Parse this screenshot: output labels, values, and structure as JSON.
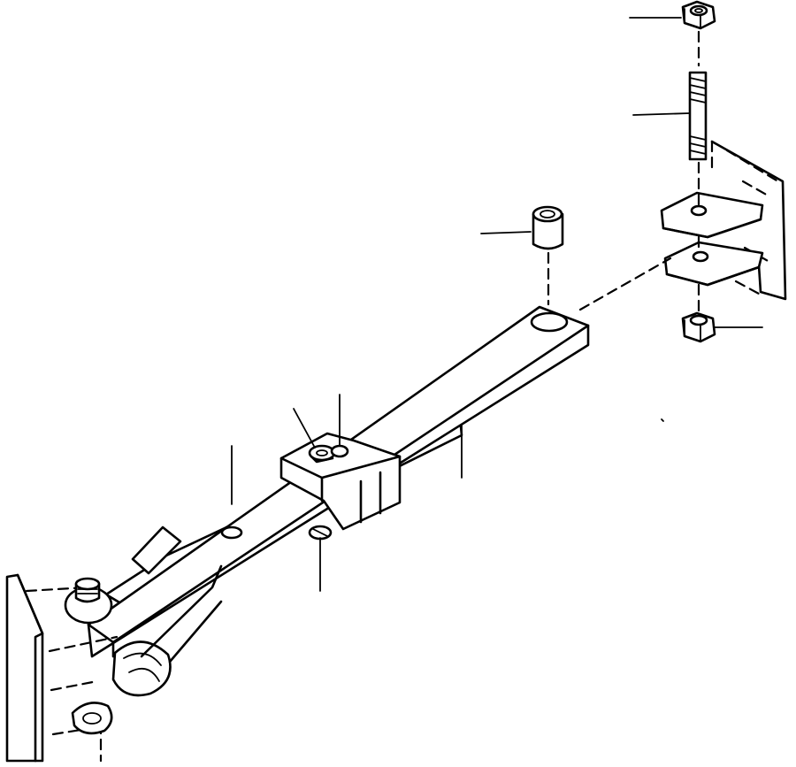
{
  "diagram": {
    "parts": [
      "top-nut",
      "threaded-stud",
      "upper-bracket-plate",
      "lower-bracket-plate",
      "bottom-nut",
      "bushing",
      "main-link-bar",
      "adjusting-block",
      "wing-bolt",
      "lower-bar",
      "lower-bolt",
      "pivot-bolt",
      "mounting-frame"
    ],
    "leader_count": 9,
    "colors": {
      "line": "#000000",
      "background": "#ffffff"
    }
  }
}
